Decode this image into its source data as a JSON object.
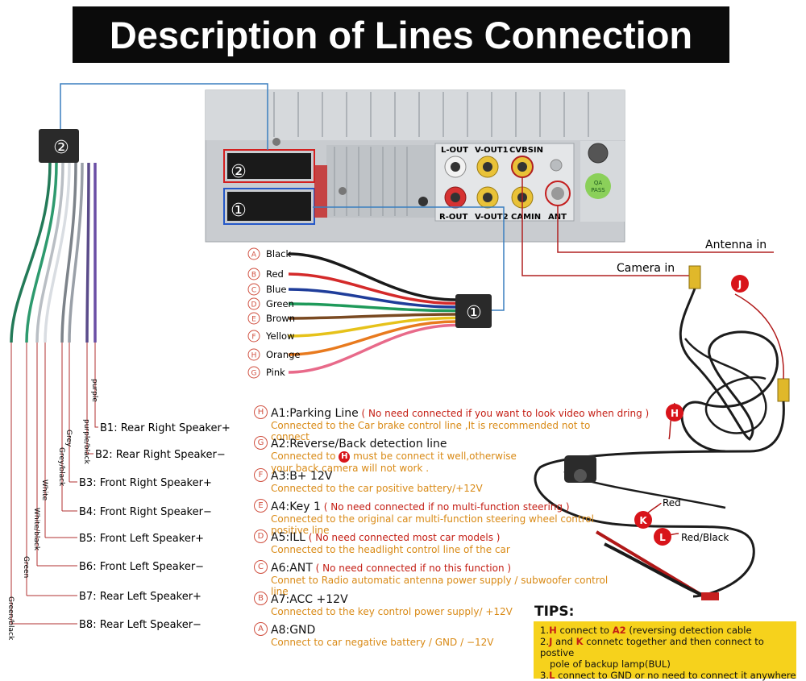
{
  "title": "Description of Lines Connection",
  "harness_labels": {
    "h2": "②",
    "h1": "①"
  },
  "stereo": {
    "ports_top": [
      "L-OUT",
      "V-OUT1",
      "CVBSIN"
    ],
    "ports_bottom": [
      "R-OUT",
      "V-OUT2",
      "CAMIN",
      "ANT"
    ],
    "qa_label": "QA\nPASS"
  },
  "connections": {
    "antenna": "Antenna in",
    "camera": "Camera in"
  },
  "left_wires": [
    {
      "vlabel": "purple",
      "speaker": "B1: Rear Right Speaker+",
      "color": "#6b4fa5"
    },
    {
      "vlabel": "purple/black",
      "speaker": "B2: Rear Right Speaker−",
      "color": "#5a4b8a"
    },
    {
      "vlabel": "Grey",
      "speaker": "B3: Front Right Speaker+",
      "color": "#9aa0a8"
    },
    {
      "vlabel": "Grey/black",
      "speaker": "B4: Front Right Speaker−",
      "color": "#7d838a"
    },
    {
      "vlabel": "White",
      "speaker": "B5: Front Left Speaker+",
      "color": "#d9dde2"
    },
    {
      "vlabel": "White/black",
      "speaker": "B6: Front Left  Speaker−",
      "color": "#b9bec4"
    },
    {
      "vlabel": "Green",
      "speaker": "B7: Rear Left Speaker+",
      "color": "#2e9a6e"
    },
    {
      "vlabel": "Green/black",
      "speaker": "B8: Rear Left Speaker−",
      "color": "#237a58"
    }
  ],
  "wire_legend": [
    {
      "letter": "A",
      "name": "Black",
      "color": "#1a1a1a"
    },
    {
      "letter": "B",
      "name": "Red",
      "color": "#d42a2a"
    },
    {
      "letter": "C",
      "name": "Blue",
      "color": "#1f3d9a"
    },
    {
      "letter": "D",
      "name": "Green",
      "color": "#1f9a5a"
    },
    {
      "letter": "E",
      "name": "Brown",
      "color": "#7a4a22"
    },
    {
      "letter": "F",
      "name": "Yellow",
      "color": "#e6c21a"
    },
    {
      "letter": "H",
      "name": "Orange",
      "color": "#e87a1e"
    },
    {
      "letter": "G",
      "name": "Pink",
      "color": "#e86a8a"
    }
  ],
  "pins": [
    {
      "letter": "H",
      "head": "A1:Parking Line",
      "note": "( No need connected if you want to look video when dring )",
      "desc": "Connected to the Car brake control line ,It is recommended not to connect"
    },
    {
      "letter": "G",
      "head": "A2:Reverse/Back detection line",
      "note": "",
      "desc_pre": "Connected to",
      "desc_mark": "H",
      "desc_post": "must be connect it well,otherwise your back camera will not work ."
    },
    {
      "letter": "F",
      "head": "A3:B+ 12V",
      "note": "",
      "desc": "Connected to the car positive battery/+12V"
    },
    {
      "letter": "E",
      "head": "A4:Key 1",
      "note": "( No need connected if no multi-function steering )",
      "desc": "Connected to the original car multi-function steering wheel control positive line"
    },
    {
      "letter": "D",
      "head": "A5:ILL",
      "note": "( No need connected most car models )",
      "desc": "Connected to the headlight control line of the car"
    },
    {
      "letter": "C",
      "head": "A6:ANT",
      "note": "( No need connected if no this function )",
      "desc": "Connet to Radio automatic antenna power supply / subwoofer control line"
    },
    {
      "letter": "B",
      "head": "A7:ACC +12V",
      "note": "",
      "desc": "Connected to the key control power supply/ +12V"
    },
    {
      "letter": "A",
      "head": "A8:GND",
      "note": "",
      "desc": "Connect to car negative battery  / GND / −12V"
    }
  ],
  "camera_markers": {
    "j": "J",
    "h": "H",
    "k": "K",
    "l": "L",
    "red": "Red",
    "redblack": "Red/Black"
  },
  "tips": {
    "title": "TIPS:",
    "line1_a": "1.",
    "line1_k": "H",
    "line1_b": " connect to ",
    "line1_k2": "A2",
    "line1_c": " (reversing detection cable",
    "line2_a": "2.",
    "line2_k": "J",
    "line2_b": " and ",
    "line2_k2": "K",
    "line2_c": " connetc together and then connect to postive",
    "line2_d": "pole of backup lamp(BUL)",
    "line3_a": "3.",
    "line3_k": "L",
    "line3_b": " connect to GND  or no need to connect it anywhere"
  }
}
